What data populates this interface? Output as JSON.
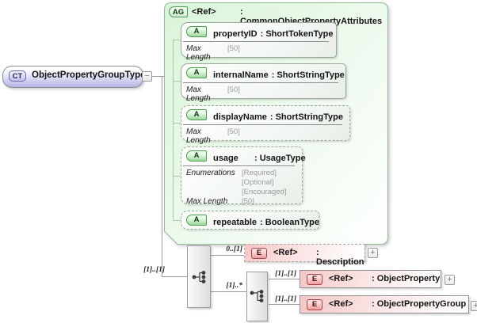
{
  "root_type": {
    "badge": "CT",
    "name": "ObjectPropertyGroupType",
    "collapse_glyph": "−"
  },
  "attribute_group": {
    "badge": "AG",
    "ref_label": "<Ref>",
    "type_label": ": CommonObjectPropertyAttributes",
    "attributes": [
      {
        "badge": "A",
        "name": "propertyID",
        "type_label": ": ShortTokenType",
        "facets": [
          {
            "name": "Max Length",
            "values": [
              "[50]"
            ]
          }
        ]
      },
      {
        "badge": "A",
        "name": "internalName",
        "type_label": ": ShortStringType",
        "facets": [
          {
            "name": "Max Length",
            "values": [
              "[50]"
            ]
          }
        ]
      },
      {
        "badge": "A",
        "name": "displayName",
        "type_label": ": ShortStringType",
        "facets": [
          {
            "name": "Max Length",
            "values": [
              "[50]"
            ]
          }
        ]
      },
      {
        "badge": "A",
        "name": "usage",
        "type_label": ": UsageType",
        "facets": [
          {
            "name": "Enumerations",
            "values": [
              "[Required]",
              "[Optional]",
              "[Encouraged]"
            ]
          },
          {
            "name": "Max Length",
            "values": [
              "[50]"
            ]
          }
        ]
      },
      {
        "badge": "A",
        "name": "repeatable",
        "type_label": ": BooleanType",
        "facets": []
      }
    ]
  },
  "sequence_groups": [
    {
      "cardinality": "[1]..[1]"
    },
    {
      "cardinality": "[1]..*"
    }
  ],
  "elements": [
    {
      "badge": "E",
      "ref_label": "<Ref>",
      "type_label": ": Description",
      "cardinality": "0..[1]",
      "expand_glyph": "+"
    },
    {
      "badge": "E",
      "ref_label": "<Ref>",
      "type_label": ": ObjectProperty",
      "cardinality": "[1]..[1]",
      "expand_glyph": "+"
    },
    {
      "badge": "E",
      "ref_label": "<Ref>",
      "type_label": ": ObjectPropertyGroup",
      "cardinality": "[1]..[1]",
      "expand_glyph": "+"
    }
  ]
}
